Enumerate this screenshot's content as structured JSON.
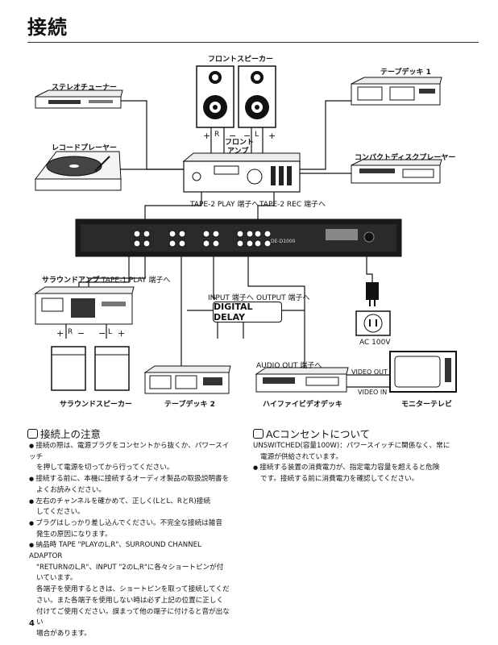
{
  "page": {
    "title": "接続",
    "page_number": "4"
  },
  "diagram": {
    "front_speaker": "フロントスピーカー",
    "tape_deck_1": "テープデッキ 1",
    "stereo_tuner": "ステレオチューナー",
    "record_player": "レコードプレーヤー",
    "front_amp_line1": "フロント",
    "front_amp_line2": "アンプ",
    "compact_disc_player": "コンパクトディスクプレーヤー",
    "tape2_play": "TAPE-2 PLAY 端子へ",
    "tape2_rec": "TAPE-2 REC 端子へ",
    "surround_amp": "サラウンドアンプ",
    "tape1_play": "TAPE-1 PLAY 端子へ",
    "input_to": "INPUT 端子へ",
    "output_to": "OUTPUT 端子へ",
    "digital_delay": "DIGITAL DELAY",
    "surround_speaker": "サラウンドスピーカー",
    "tape_deck_2": "テープデッキ 2",
    "audio_out": "AUDIO OUT 端子へ",
    "video_out": "VIDEO OUT",
    "video_in": "VIDEO IN",
    "hifi_video_deck": "ハイファイビデオデッキ",
    "monitor_tv": "モニターテレビ",
    "ac_100v": "AC 100V",
    "unit_model": "DE-D1000",
    "ch_plus": "+",
    "ch_minus": "−",
    "ch_R": "R",
    "ch_L": "L"
  },
  "notes_left": {
    "heading": "接続上の注意",
    "items": [
      [
        "接続の際は、電源プラグをコンセントから抜くか、パワースイッチ",
        "を押して電源を切ってから行ってください。"
      ],
      [
        "接続する前に、本機に接続するオーディオ製品の取扱説明書を",
        "よくお読みください。"
      ],
      [
        "左右のチャンネルを確かめて、正しく(LとL、RとR)接続",
        "してください。"
      ],
      [
        "プラグはしっかり差し込んでください。不完全な接続は雑音",
        "発生の原因になります。"
      ],
      [
        "納品時 TAPE \"PLAYのL,R\"、SURROUND CHANNEL ADAPTOR",
        "\"RETURNのL,R\"、INPUT \"2のL,R\"に各々ショートピンが付",
        "いています。"
      ]
    ],
    "paragraph": [
      "各端子を使用するときは、ショートピンを取って接続してくだ",
      "さい。また各端子を使用しない時は必ず上記の位置に正しく",
      "付けてご使用ください。誤まって他の端子に付けると音が出ない",
      "場合があります。"
    ]
  },
  "notes_right": {
    "heading": "ACコンセントについて",
    "lines": [
      "UNSWITCHED(容量100W)：パワースイッチに関係なく、常に",
      "電源が供給されています。"
    ],
    "items": [
      [
        "接続する装置の消費電力が、指定電力容量を超えると危険",
        "です。接続する前に消費電力を確認してください。"
      ]
    ]
  }
}
